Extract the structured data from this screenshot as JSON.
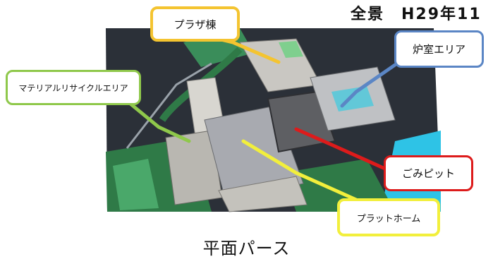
{
  "title": "全景　H29年11",
  "caption": "平面パース",
  "callouts": {
    "plaza": "プラザ棟",
    "furnace": "炉室エリア",
    "material_recycle": "マテリアルリサイクルエリア",
    "garbage_pit": "ごみピット",
    "platform": "プラットホーム"
  },
  "colors": {
    "plaza": "#f4c430",
    "furnace": "#5b86c5",
    "material_recycle": "#8fc84b",
    "garbage_pit": "#dd1b1b",
    "platform": "#f2ef3c"
  }
}
